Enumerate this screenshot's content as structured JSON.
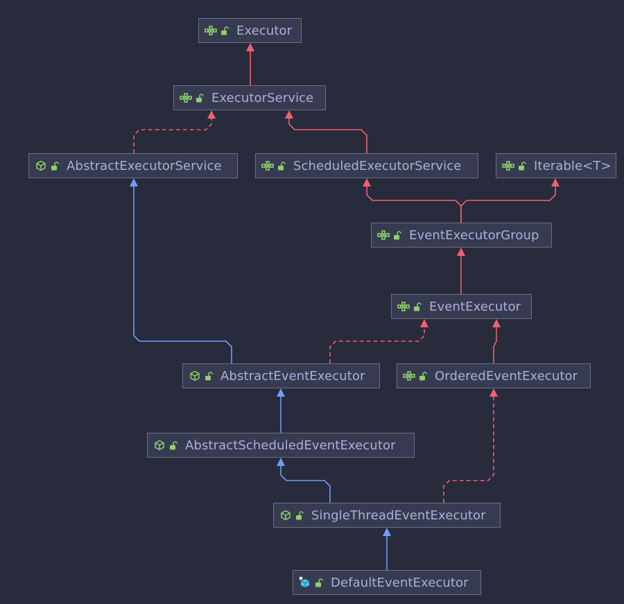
{
  "diagram": {
    "colors": {
      "background": "#282b3b",
      "node_fill": "#373b51",
      "node_border": "#6c7086",
      "text": "#aab0d8",
      "extends_edge": "#6e9ef8",
      "implements_edge": "#f25f6f",
      "interface_icon": "#8fd16a",
      "class_icon": "#8fd16a",
      "lock_icon": "#8fd16a",
      "final_class_icon": "#4cc3f4"
    },
    "nodes": [
      {
        "id": "executor",
        "label": "Executor",
        "kind": "interface"
      },
      {
        "id": "executor-service",
        "label": "ExecutorService",
        "kind": "interface"
      },
      {
        "id": "abstract-executor-service",
        "label": "AbstractExecutorService",
        "kind": "abstract-class"
      },
      {
        "id": "scheduled-executor-service",
        "label": "ScheduledExecutorService",
        "kind": "interface"
      },
      {
        "id": "iterable",
        "label": "Iterable<T>",
        "kind": "interface"
      },
      {
        "id": "event-executor-group",
        "label": "EventExecutorGroup",
        "kind": "interface"
      },
      {
        "id": "event-executor",
        "label": "EventExecutor",
        "kind": "interface"
      },
      {
        "id": "abstract-event-executor",
        "label": "AbstractEventExecutor",
        "kind": "abstract-class"
      },
      {
        "id": "ordered-event-executor",
        "label": "OrderedEventExecutor",
        "kind": "interface"
      },
      {
        "id": "abstract-scheduled-event-executor",
        "label": "AbstractScheduledEventExecutor",
        "kind": "abstract-class"
      },
      {
        "id": "single-thread-event-executor",
        "label": "SingleThreadEventExecutor",
        "kind": "abstract-class"
      },
      {
        "id": "default-event-executor",
        "label": "DefaultEventExecutor",
        "kind": "final-class"
      }
    ],
    "edges": [
      {
        "from": "executor-service",
        "to": "executor",
        "type": "extends-interface"
      },
      {
        "from": "abstract-executor-service",
        "to": "executor-service",
        "type": "implements"
      },
      {
        "from": "scheduled-executor-service",
        "to": "executor-service",
        "type": "extends-interface"
      },
      {
        "from": "event-executor-group",
        "to": "scheduled-executor-service",
        "type": "extends-interface"
      },
      {
        "from": "event-executor-group",
        "to": "iterable",
        "type": "extends-interface"
      },
      {
        "from": "event-executor",
        "to": "event-executor-group",
        "type": "extends-interface"
      },
      {
        "from": "abstract-event-executor",
        "to": "abstract-executor-service",
        "type": "extends"
      },
      {
        "from": "abstract-event-executor",
        "to": "event-executor",
        "type": "implements"
      },
      {
        "from": "ordered-event-executor",
        "to": "event-executor",
        "type": "extends-interface"
      },
      {
        "from": "abstract-scheduled-event-executor",
        "to": "abstract-event-executor",
        "type": "extends"
      },
      {
        "from": "single-thread-event-executor",
        "to": "abstract-scheduled-event-executor",
        "type": "extends"
      },
      {
        "from": "single-thread-event-executor",
        "to": "ordered-event-executor",
        "type": "implements"
      },
      {
        "from": "default-event-executor",
        "to": "single-thread-event-executor",
        "type": "extends"
      }
    ]
  }
}
